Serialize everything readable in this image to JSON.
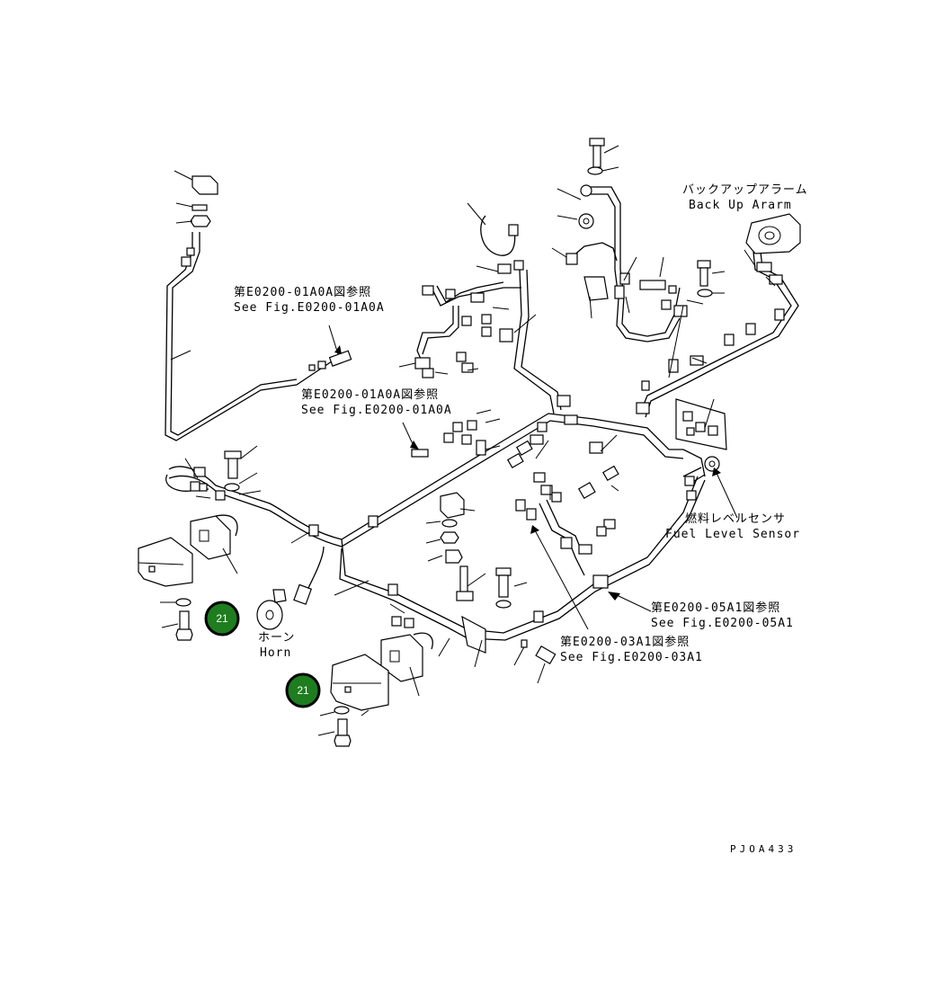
{
  "diagram": {
    "labels": {
      "backup_alarm_jp": "バックアップアラーム",
      "backup_alarm_en": "Back Up Ararm",
      "ref_e0200_01a0a_top_jp": "第E0200-01A0A図参照",
      "ref_e0200_01a0a_top_en": "See Fig.E0200-01A0A",
      "ref_e0200_01a0a_mid_jp": "第E0200-01A0A図参照",
      "ref_e0200_01a0a_mid_en": "See Fig.E0200-01A0A",
      "fuel_sensor_jp": "燃料レベルセンサ",
      "fuel_sensor_en": "Fuel Level Sensor",
      "ref_e0200_05a1_jp": "第E0200-05A1図参照",
      "ref_e0200_05a1_en": "See Fig.E0200-05A1",
      "ref_e0200_03a1_jp": "第E0200-03A1図参照",
      "ref_e0200_03a1_en": "See Fig.E0200-03A1",
      "horn_jp": "ホーン",
      "horn_en": "Horn",
      "drawing_code": "PJOA433"
    },
    "callouts": [
      {
        "number": "21",
        "color": "#1e7d1e"
      },
      {
        "number": "21",
        "color": "#1e7d1e"
      }
    ]
  }
}
